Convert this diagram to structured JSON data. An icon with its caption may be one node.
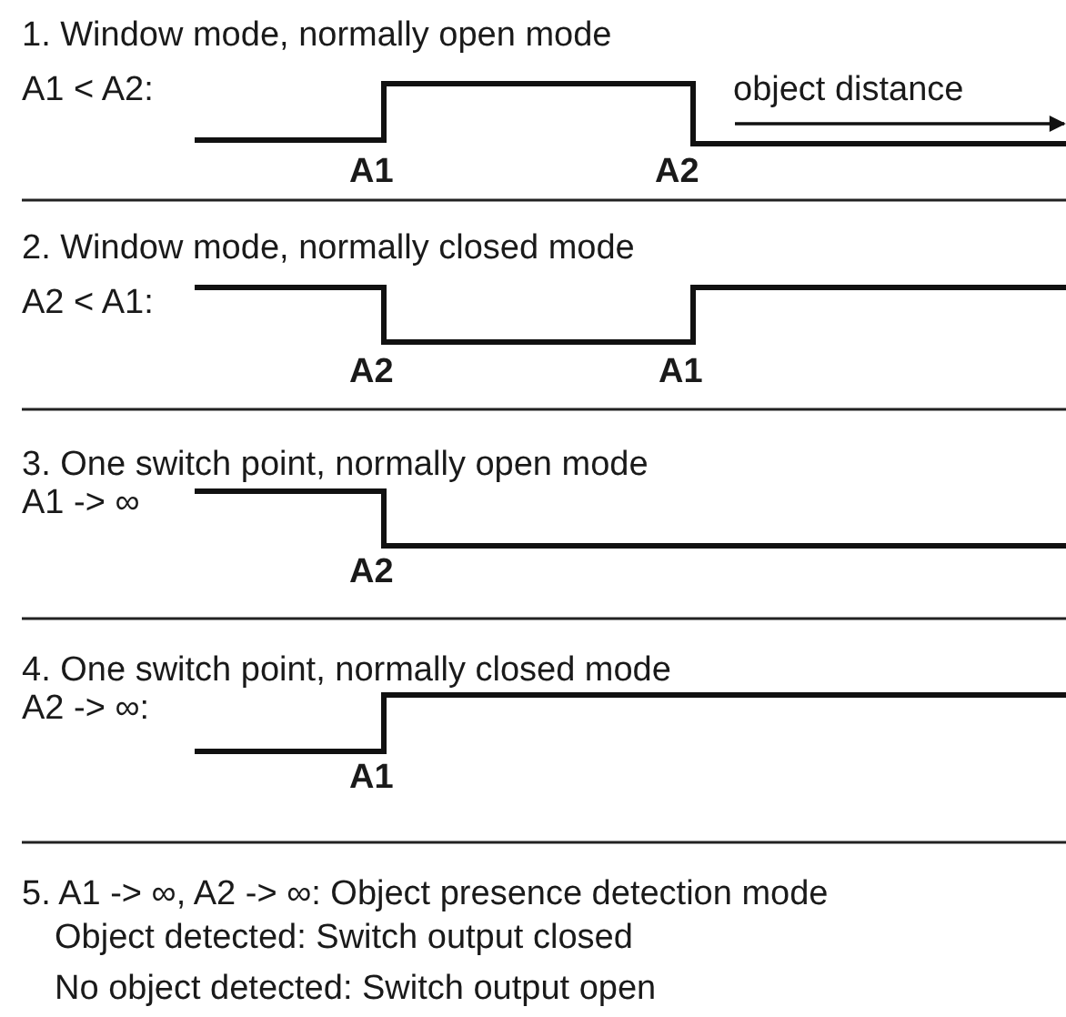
{
  "diagram": {
    "labels": [
      "1. Window mode, normally open mode",
      "A1 < A2:",
      "object distance",
      "A1",
      "A2",
      "2. Window mode, normally closed mode",
      "A2 < A1:",
      "A2",
      "A1",
      "3. One switch point, normally open mode",
      "A1 -> ∞",
      "A2",
      "4. One switch point, normally closed mode",
      "A2 -> ∞:",
      "A1",
      "5. A1 -> ∞, A2 -> ∞: Object presence detection mode",
      "Object detected: Switch output closed",
      "No object detected: Switch output open"
    ]
  }
}
